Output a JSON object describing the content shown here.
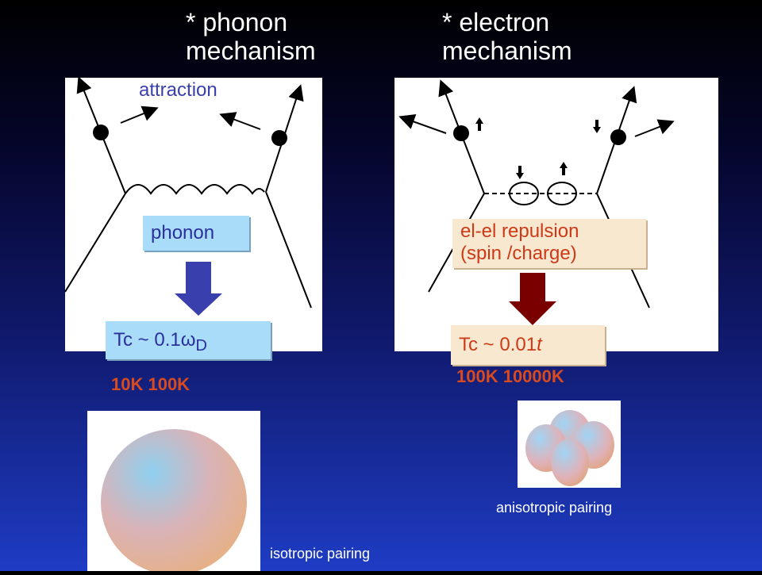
{
  "titles": {
    "phonon_line1": "* phonon",
    "phonon_line2": "mechanism",
    "electron_line1": "* electron",
    "electron_line2": "mechanism"
  },
  "phonon_panel": {
    "attraction": "attraction",
    "phonon_box": "phonon",
    "tc_prefix": "Tc ~ 0.1ω",
    "tc_subscript": "D",
    "range": "10K  100K"
  },
  "electron_panel": {
    "repulsion_line1": "el-el repulsion",
    "repulsion_line2": "(spin /charge)",
    "tc_prefix": "Tc ~ 0.01",
    "tc_var": "t",
    "range": "100K  10000K"
  },
  "captions": {
    "isotropic": "isotropic pairing",
    "anisotropic": "anisotropic pairing"
  },
  "colors": {
    "arrow_blue": "#3a3fae",
    "arrow_red": "#7a0000",
    "range_text": "#d84a20"
  },
  "icons": {
    "arrow_left": "leftwards-arrow-icon"
  }
}
